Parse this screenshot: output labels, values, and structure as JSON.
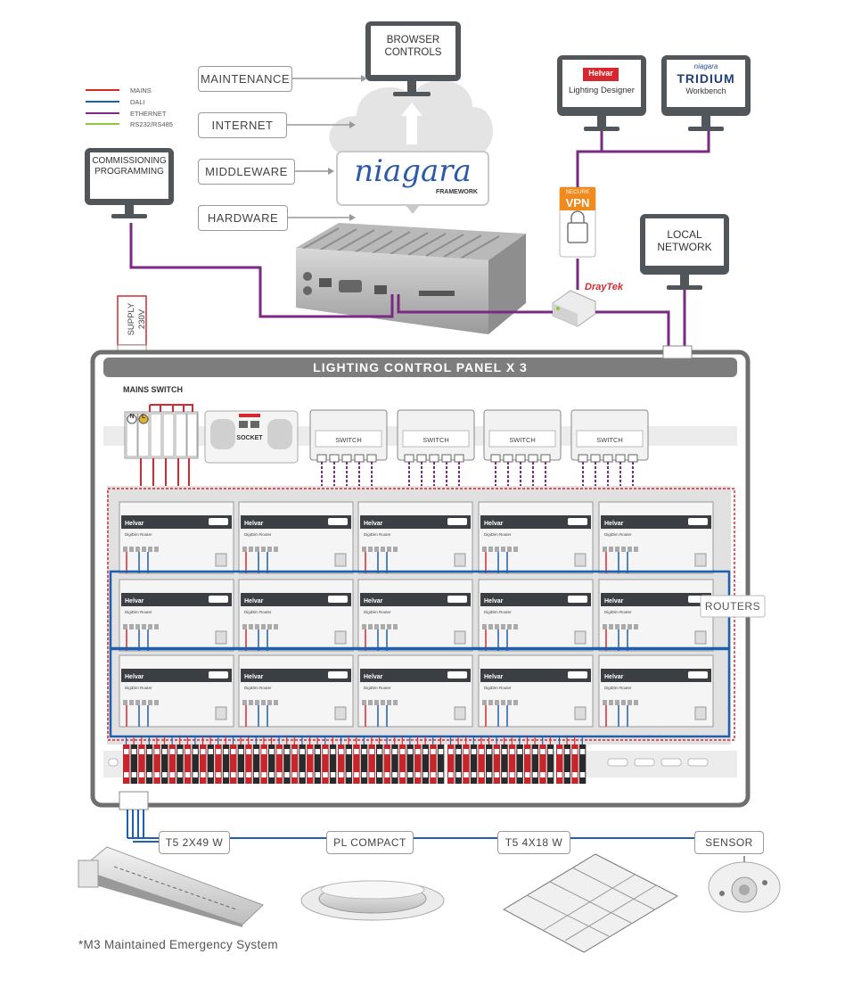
{
  "legend": [
    {
      "label": "MAINS",
      "color": "#d8282f"
    },
    {
      "label": "DALI",
      "color": "#1f5fb0"
    },
    {
      "label": "ETHERNET",
      "color": "#7a2a82"
    },
    {
      "label": "RS232/RS485",
      "color": "#8dc63f"
    }
  ],
  "monitors": {
    "browser": {
      "line1": "BROWSER",
      "line2": "CONTROLS"
    },
    "commissioning": {
      "line1": "COMMISSIONING",
      "line2": "PROGRAMMING"
    },
    "helvar": {
      "logo": "Helvar",
      "caption": "Lighting Designer"
    },
    "tridium": {
      "small": "niagara",
      "logo": "TRIDIUM",
      "caption": "Workbench"
    },
    "local": {
      "line1": "LOCAL",
      "line2": "NETWORK"
    }
  },
  "stack_labels": [
    "MAINTENANCE",
    "INTERNET",
    "MIDDLEWARE",
    "HARDWARE"
  ],
  "niagara": {
    "logo": "niagara",
    "sub": "FRAMEWORK"
  },
  "vpn": {
    "top": "SECURE",
    "main": "VPN"
  },
  "draytek": "DrayTek",
  "supply": {
    "line1": "SUPPLY",
    "line2": "230V"
  },
  "panel": {
    "title": "LIGHTING CONTROL PANEL X 3",
    "mains_switch": "MAINS SWITCH",
    "mains_n": "N",
    "mains_l": "L",
    "socket": "SOCKET",
    "switch_label": "SWITCH",
    "routers_label": "ROUTERS",
    "router_brand": "Helvar",
    "router_model": "DigiDim Router"
  },
  "fixtures": [
    "T5 2X49 W",
    "PL COMPACT",
    "T5 4X18 W",
    "SENSOR"
  ],
  "footnote": "*M3 Maintained Emergency System",
  "colors": {
    "mains": "#d8282f",
    "dali": "#1f5fb0",
    "ethernet": "#7a2a82",
    "rs": "#8dc63f",
    "panel_frame": "#6f6f6f",
    "monitor": "#505659"
  }
}
